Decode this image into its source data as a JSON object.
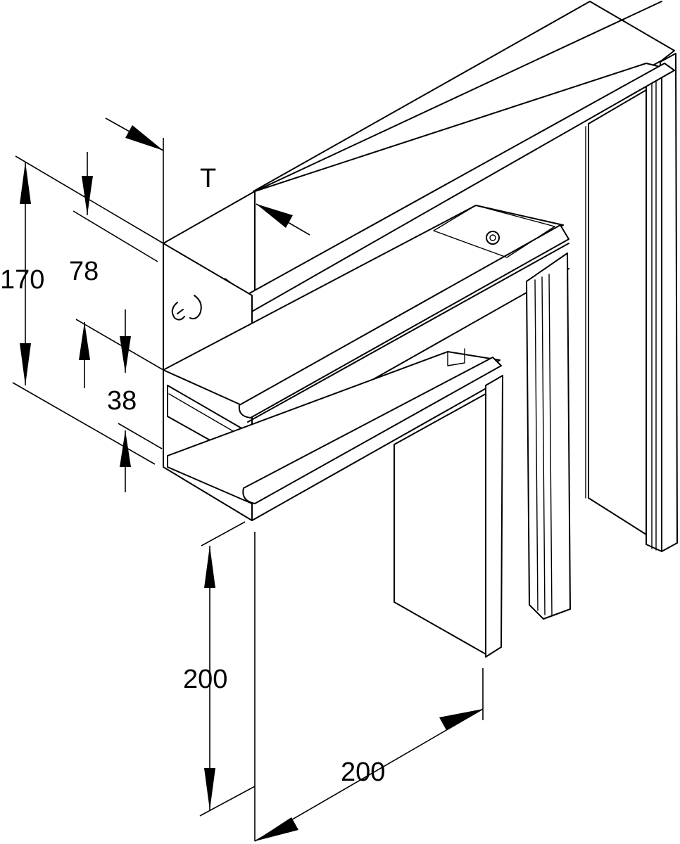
{
  "dimensions": {
    "height_total": "170",
    "depth_top": "78",
    "gap": "38",
    "letter_t": "T",
    "leg_vertical": "200",
    "leg_horizontal": "200"
  },
  "colors": {
    "line": "#000000",
    "background": "#ffffff"
  }
}
